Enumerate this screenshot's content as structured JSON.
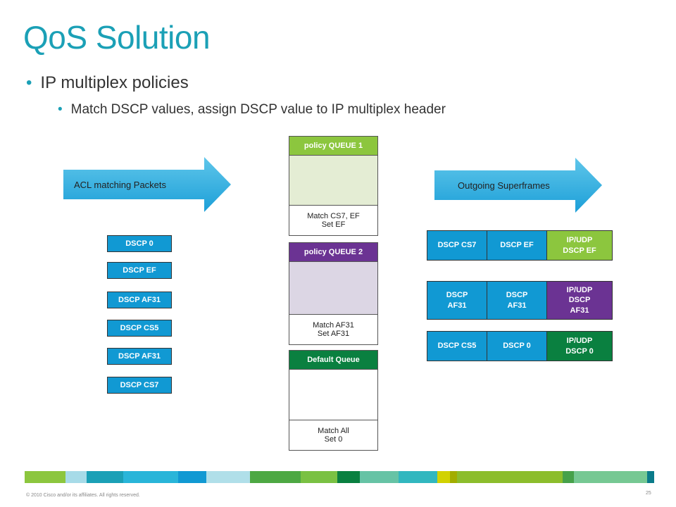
{
  "title": "QoS Solution",
  "bullets": {
    "level1": "IP multiplex policies",
    "level2": "Match DSCP values, assign DSCP value to IP multiplex header"
  },
  "arrows": {
    "left": "ACL matching Packets",
    "right": "Outgoing Superframes"
  },
  "dscp_list": [
    "DSCP 0",
    "DSCP EF",
    "DSCP AF31",
    "DSCP CS5",
    "DSCP AF31",
    "DSCP CS7"
  ],
  "queues": [
    {
      "header": "policy QUEUE 1",
      "line1": "Match CS7, EF",
      "line2": "Set EF",
      "header_color": "#8cc63e",
      "body_color": "#e4edd4"
    },
    {
      "header": "policy QUEUE 2",
      "line1": "Match AF31",
      "line2": "Set AF31",
      "header_color": "#6b3393",
      "body_color": "#dcd6e4"
    },
    {
      "header": "Default Queue",
      "line1": "Match All",
      "line2": "Set 0",
      "header_color": "#0a8040",
      "body_color": "#ffffff"
    }
  ],
  "superframes": [
    {
      "c1": "DSCP CS7",
      "c2": "DSCP EF",
      "c3a": "IP/UDP",
      "c3b": "DSCP EF",
      "c3c": "",
      "c3_color": "#8cc63e"
    },
    {
      "c1": "DSCP\nAF31",
      "c2": "DSCP\nAF31",
      "c3a": "IP/UDP",
      "c3b": "DSCP",
      "c3c": "AF31",
      "c3_color": "#6b3393"
    },
    {
      "c1": "DSCP CS5",
      "c2": "DSCP 0",
      "c3a": "IP/UDP",
      "c3b": "DSCP 0",
      "c3c": "",
      "c3_color": "#0a8040"
    }
  ],
  "footer": "© 2010 Cisco and/or its affiliates. All rights reserved.",
  "page_number": "25",
  "colors": {
    "accent": "#1ba0b6",
    "dscp_blue": "#1199d3"
  }
}
